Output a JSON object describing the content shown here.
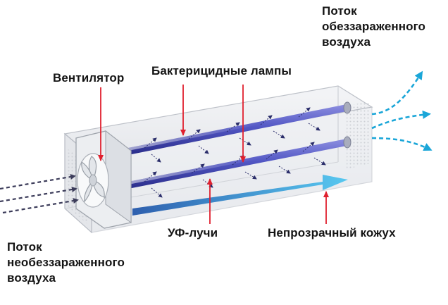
{
  "labels": {
    "outflow": "Поток\nобеззараженного\nвоздуха",
    "fan": "Вентилятор",
    "lamps": "Бактерицидные лампы",
    "uv_rays": "УФ-лучи",
    "housing": "Непрозрачный кожух",
    "inflow": "Поток\nнеобеззараженного\nвоздуха"
  },
  "colors": {
    "pointer": "#e0202e",
    "lamp": "#4a4fb8",
    "clean_air": "#1aa6d8",
    "dirty_air": "#3c3c5a",
    "uv_arrow_start": "#2e66b8",
    "uv_arrow_end": "#55c6ee",
    "housing_edge": "#b8bcc4"
  },
  "icons": {
    "fan": "fan-icon",
    "inflow_arrows": "dashed-arrow-icon",
    "outflow_arrows": "dashed-curved-arrow-icon"
  }
}
